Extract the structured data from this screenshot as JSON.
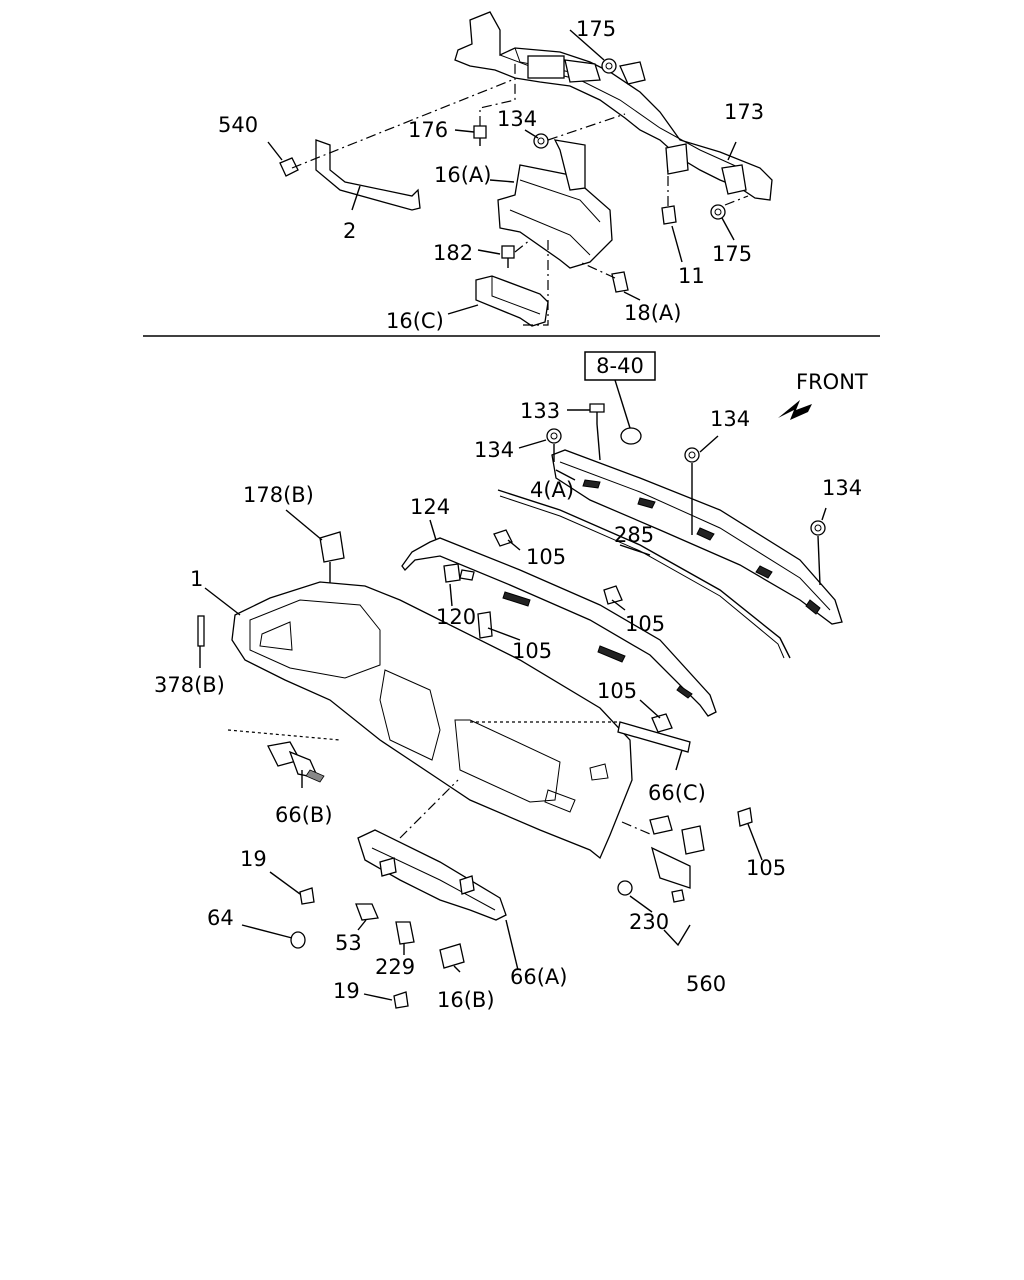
{
  "diagram": {
    "ref_box": "8-40",
    "front_label": "FRONT",
    "labels": {
      "p175a": "175",
      "p540": "540",
      "p176": "176",
      "p134a": "134",
      "p173": "173",
      "p16A": "16(A)",
      "p2": "2",
      "p182": "182",
      "p11": "11",
      "p175b": "175",
      "p16C": "16(C)",
      "p18A": "18(A)",
      "p133": "133",
      "p134b": "134",
      "p134c": "134",
      "p134d": "134",
      "p4A": "4(A)",
      "p178B": "178(B)",
      "p124": "124",
      "p105a": "105",
      "p285": "285",
      "p1": "1",
      "p120": "120",
      "p105b": "105",
      "p105c": "105",
      "p378B": "378(B)",
      "p105d": "105",
      "p66C": "66(C)",
      "p66B": "66(B)",
      "p105e": "105",
      "p19a": "19",
      "p64": "64",
      "p53": "53",
      "p229": "229",
      "p66A": "66(A)",
      "p230": "230",
      "p19b": "19",
      "p16B": "16(B)",
      "p560": "560"
    }
  }
}
